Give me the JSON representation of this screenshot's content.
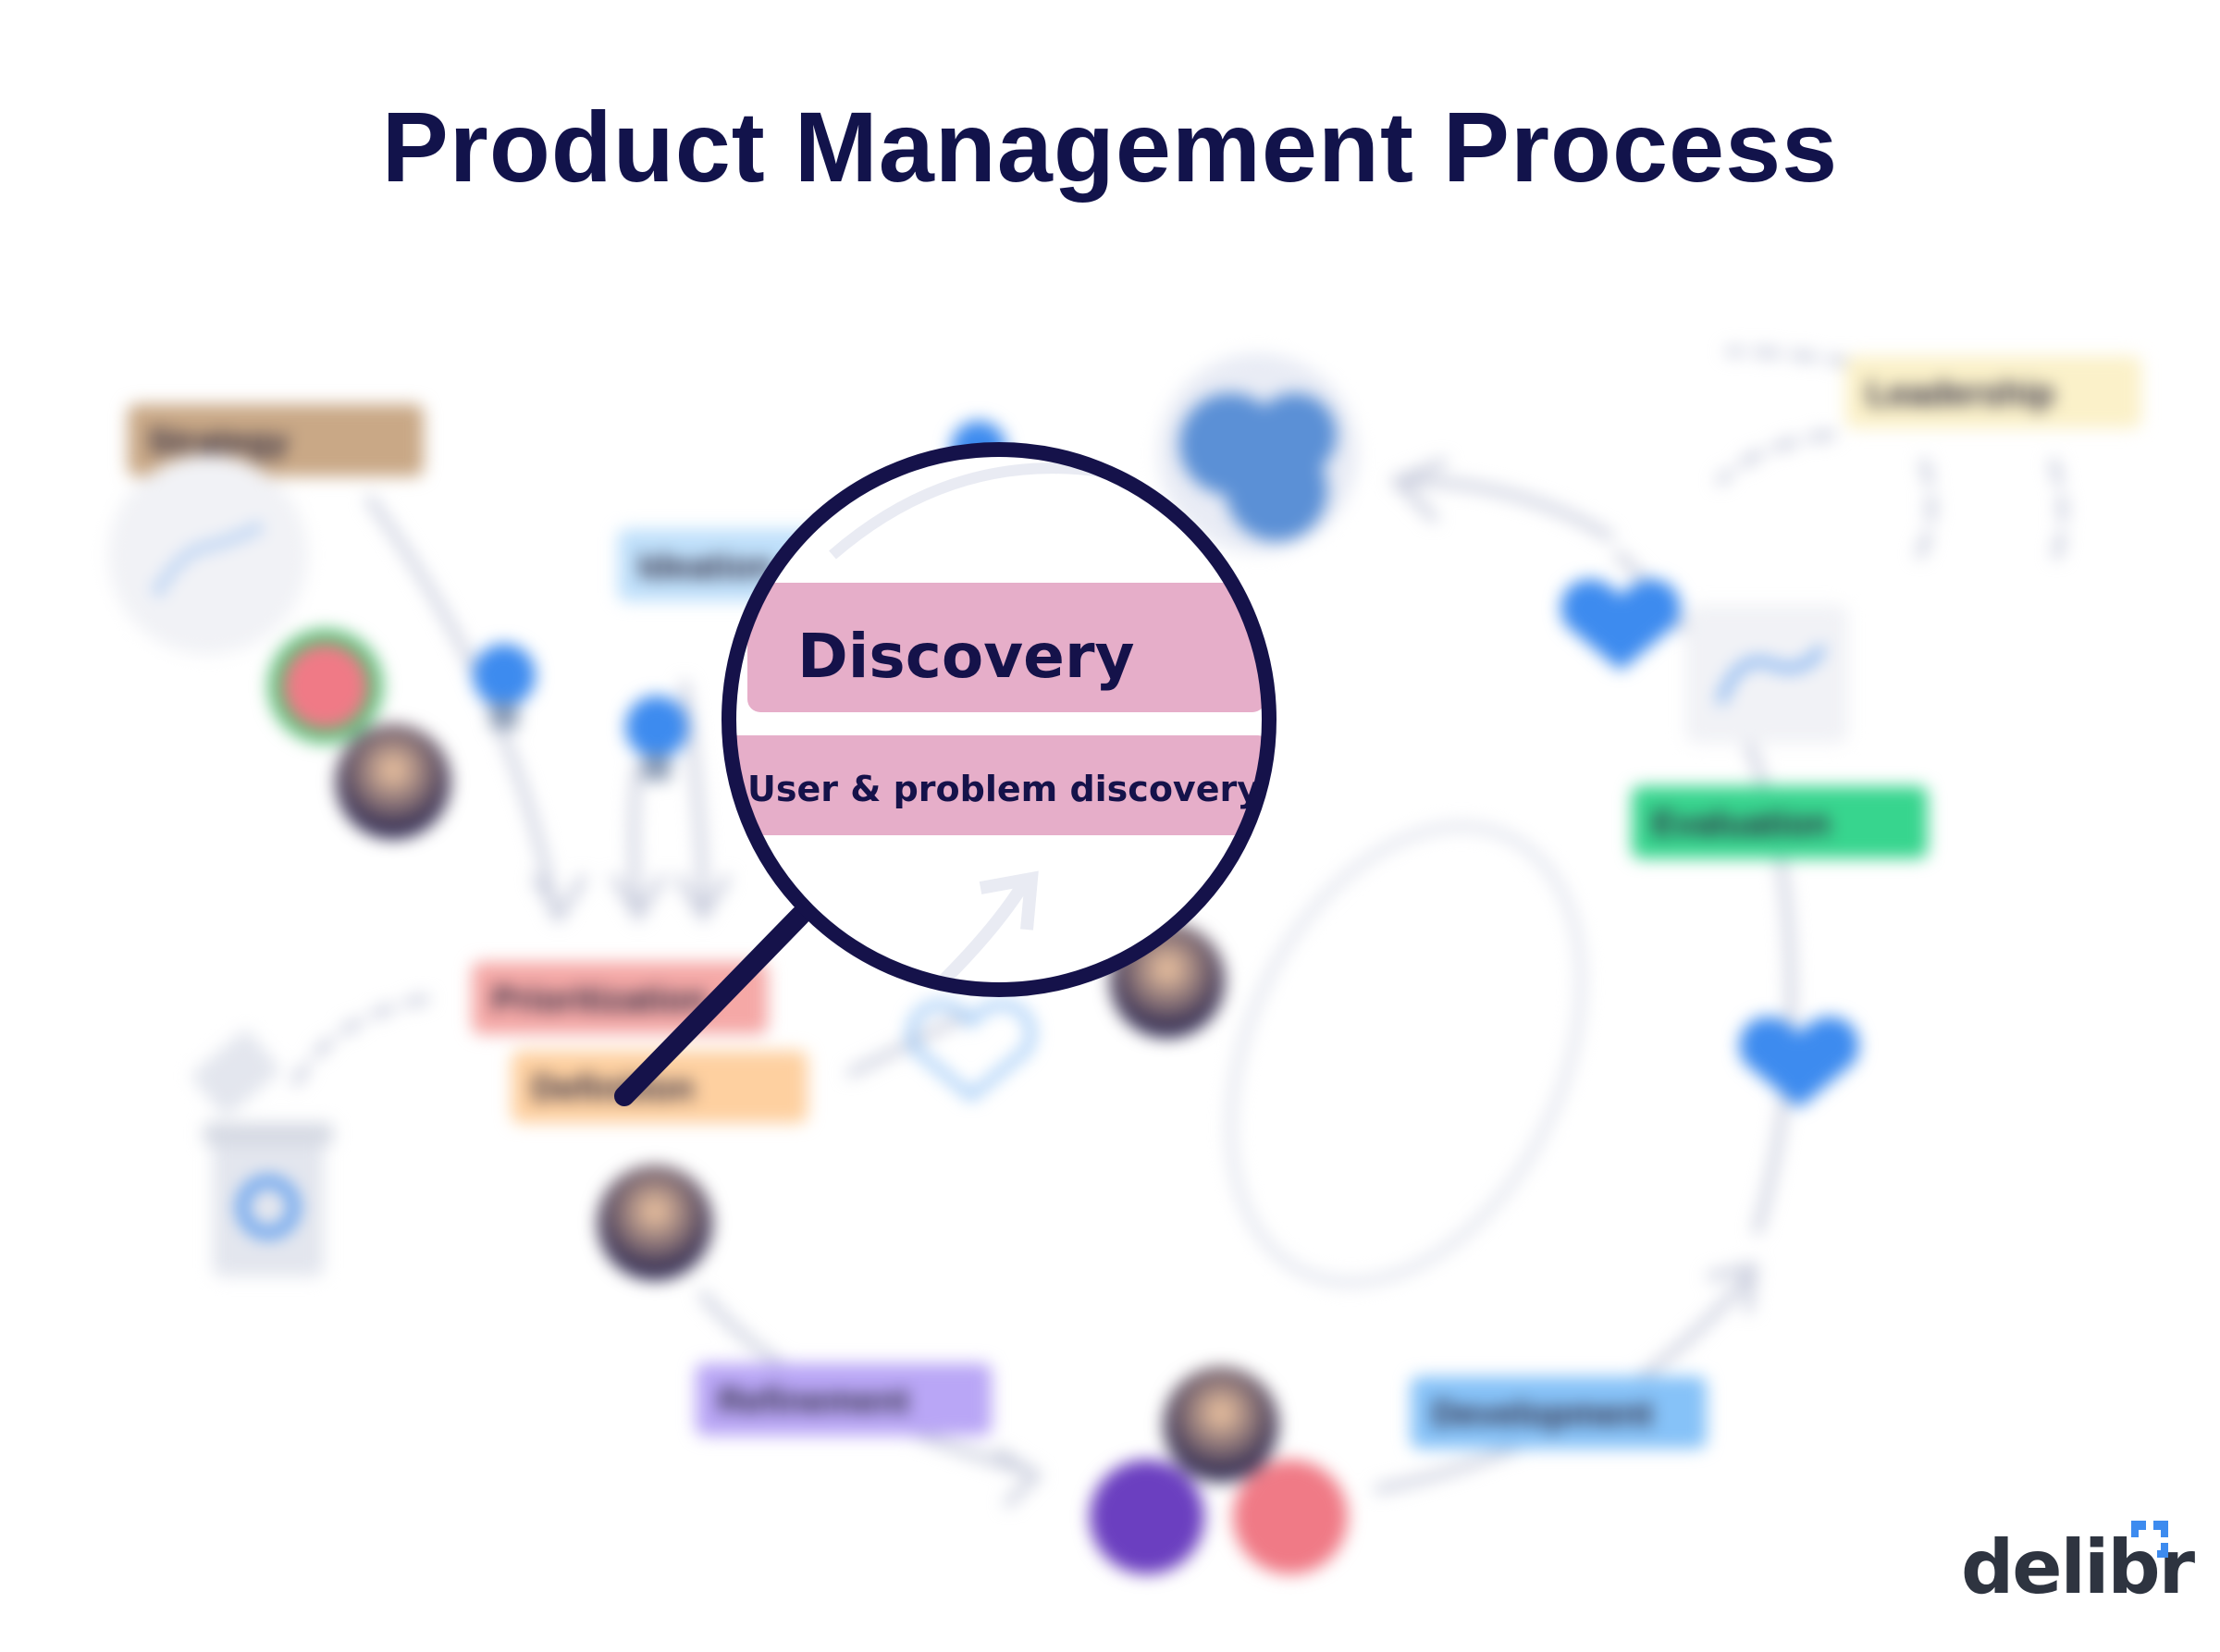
{
  "title": "Product Management Process",
  "stages": {
    "strategy": "Strategy",
    "ideation": "Ideation",
    "prioritization": "Prioritization",
    "definition": "Definition",
    "refinement": "Refinement",
    "development": "Development",
    "evaluation": "Evaluation",
    "leadership": "Leadership"
  },
  "focus": {
    "label": "Discovery",
    "subtitle": "User & problem discovery"
  },
  "logo": "delibr",
  "colors": {
    "title": "#12134b",
    "strategy": "#c9a886",
    "ideation": "#bfe0fb",
    "prioritization": "#f5a8a6",
    "definition": "#fed0a0",
    "refinement": "#b9a6f6",
    "development": "#86c2f8",
    "evaluation": "#37d58e",
    "leadership": "#fbf1c9",
    "discovery": "#e6aec9",
    "accent_blue": "#3d8bef"
  }
}
